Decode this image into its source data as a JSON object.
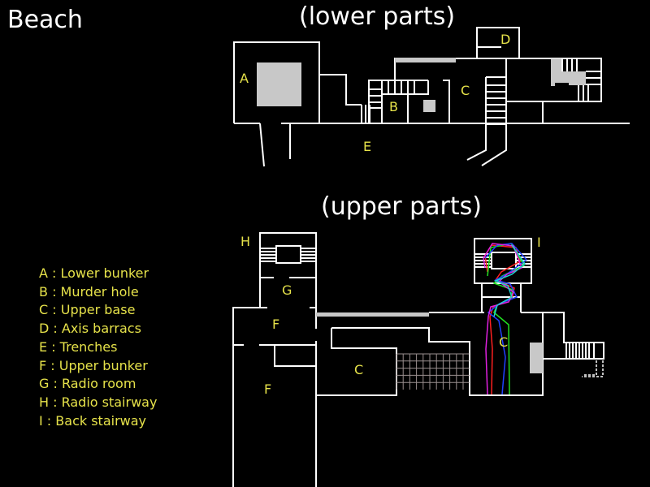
{
  "title": "Beach",
  "sections": {
    "lower": "(lower parts)",
    "upper": "(upper parts)"
  },
  "map_labels": {
    "A": "A",
    "B": "B",
    "C": "C",
    "D": "D",
    "E": "E",
    "F": "F",
    "G": "G",
    "H": "H",
    "I": "I"
  },
  "legend": [
    "A : Lower bunker",
    "B : Murder hole",
    "C : Upper base",
    "D : Axis barracs",
    "E : Trenches",
    "F : Upper bunker",
    "G : Radio room",
    "H : Radio stairway",
    "I : Back stairway"
  ],
  "path_colors": [
    "#ff2020",
    "#20e020",
    "#2040ff",
    "#e020e0",
    "#20d0d0"
  ]
}
